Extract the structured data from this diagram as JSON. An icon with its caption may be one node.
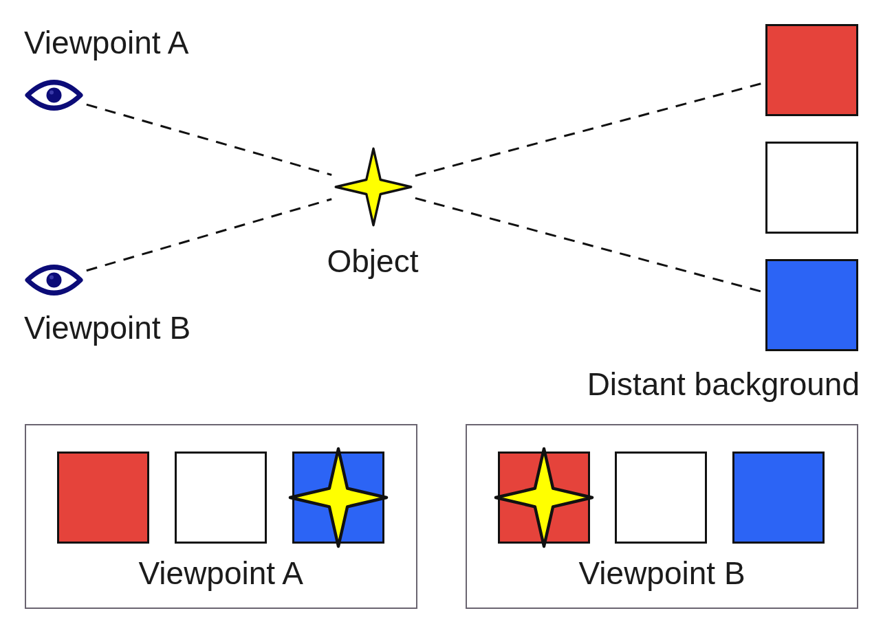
{
  "diagram": {
    "nodes": [
      {
        "text": [],
        "shape": "picture",
        "beside": [
          "Viewpoint A"
        ]
      },
      {
        "text": [],
        "shape": "picture",
        "beside": [
          "Viewpoint B"
        ]
      },
      {
        "text": [],
        "shape": "star",
        "beside": [
          "Object"
        ]
      },
      {
        "text": [],
        "shape": "box"
      },
      {
        "text": [],
        "shape": "box"
      },
      {
        "text": [],
        "shape": "box"
      },
      {
        "text": [
          "Viewpoint A"
        ]
      },
      {
        "text": [],
        "shape": "box",
        "in": 6
      },
      {
        "text": [],
        "shape": "box",
        "in": 6
      },
      {
        "text": [],
        "shape": "box",
        "in": 6
      },
      {
        "text": [],
        "shape": "star",
        "in": 6
      },
      {
        "text": [
          "Viewpoint B"
        ]
      },
      {
        "text": [],
        "shape": "box",
        "in": 11
      },
      {
        "text": [],
        "shape": "box",
        "in": 11
      },
      {
        "text": [],
        "shape": "box",
        "in": 11
      },
      {
        "text": [],
        "shape": "star",
        "in": 11
      }
    ],
    "edges": [
      {
        "from": 0,
        "to": 2,
        "arrow": "none",
        "style": "dashed"
      },
      {
        "from": 2,
        "to": 5,
        "arrow": "none",
        "style": "dashed"
      },
      {
        "from": 1,
        "to": 2,
        "arrow": "none",
        "style": "dashed"
      },
      {
        "from": 2,
        "to": 3,
        "arrow": "none",
        "style": "dashed"
      }
    ],
    "labels": [
      "Distant background"
    ]
  }
}
